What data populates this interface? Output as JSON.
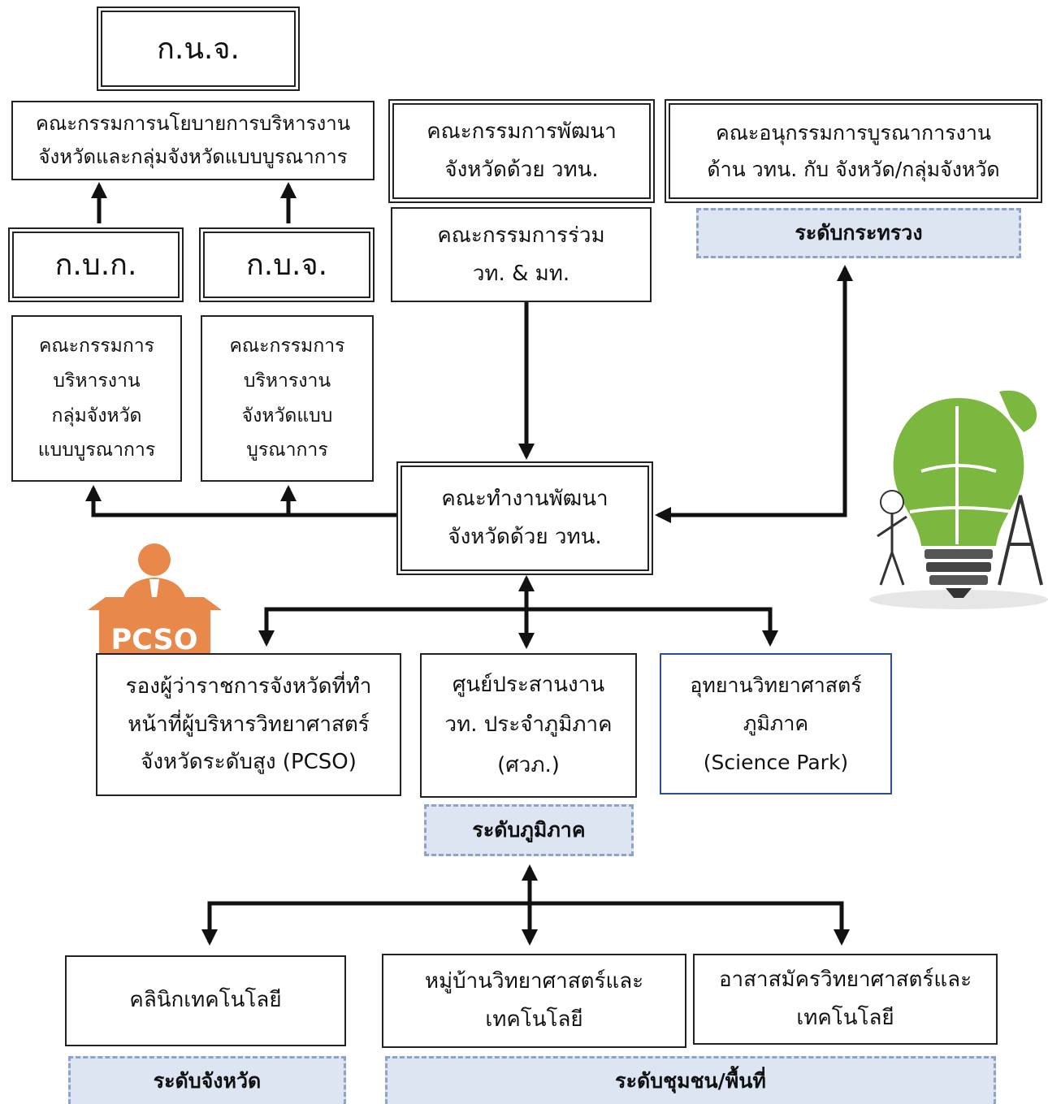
{
  "top_mark": "ก.น.จ.",
  "policy_committee": [
    "คณะกรรมการนโยบายการบริหารงาน",
    "จังหวัดและกลุ่มจังหวัดแบบบูรณาการ"
  ],
  "kbk": "ก.บ.ก.",
  "kbj": "ก.บ.จ.",
  "group_admin_committee": [
    "คณะกรรมการ",
    "บริหารงาน",
    "กลุ่มจังหวัด",
    "แบบบูรณาการ"
  ],
  "province_admin_committee": [
    "คณะกรรมการ",
    "บริหารงาน",
    "จังหวัดแบบ",
    "บูรณาการ"
  ],
  "dev_committee": [
    "คณะกรรมการพัฒนา",
    "จังหวัดด้วย วทน."
  ],
  "joint_committee": [
    "คณะกรรมการร่วม",
    "วท. & มท."
  ],
  "sub_committee": [
    "คณะอนุกรรมการบูรณาการงาน",
    "ด้าน วทน. กับ จังหวัด/กลุ่มจังหวัด"
  ],
  "level_ministry": "ระดับกระทรวง",
  "working_group": [
    "คณะทำงานพัฒนา",
    "จังหวัดด้วย วทน."
  ],
  "pcso_badge": "PCSO",
  "pcso_box": [
    "รองผู้ว่าราชการจังหวัดที่ทำ",
    "หน้าที่ผู้บริหารวิทยาศาสตร์",
    "จังหวัดระดับสูง (PCSO)"
  ],
  "regional_center": [
    "ศูนย์ประสานงาน",
    "วท. ประจำภูมิภาค",
    "(ศวภ.)"
  ],
  "science_park": [
    "อุทยานวิทยาศาสตร์",
    "ภูมิภาค",
    "(Science Park)"
  ],
  "level_region": "ระดับภูมิภาค",
  "tech_clinic": "คลินิกเทคโนโลยี",
  "sci_village": [
    "หมู่บ้านวิทยาศาสตร์และ",
    "เทคโนโลยี"
  ],
  "sci_volunteer": [
    "อาสาสมัครวิทยาศาสตร์และ",
    "เทคโนโลยี"
  ],
  "level_province": "ระดับจังหวัด",
  "level_community": "ระดับชุมชน/พื้นที่",
  "colors": {
    "line": "#111111",
    "level_fill": "#dde4f2",
    "level_border": "#8ea3c8",
    "pcso": "#e8884a",
    "bulb": "#7cb83f"
  }
}
